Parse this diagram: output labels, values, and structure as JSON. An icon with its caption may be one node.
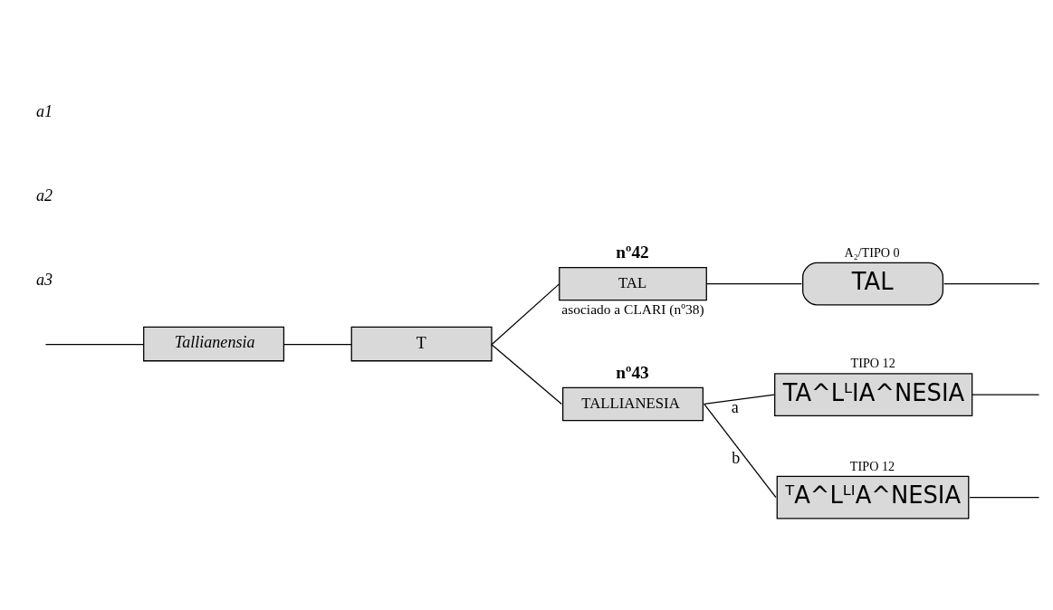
{
  "diagram": {
    "nodes": [
      {
        "text": [
          "Tallianensia"
        ]
      },
      {
        "text": [
          "T"
        ]
      },
      {
        "text": [
          "nº42",
          "TAL"
        ],
        "beside": [
          "asociado a CLARI (nº38)"
        ]
      },
      {
        "text": [
          "A₂/TIPO 0",
          "TAL"
        ]
      },
      {
        "text": [
          "nº43",
          "TALLIANESIA"
        ]
      },
      {
        "text": [
          "TIPO 12",
          "TA^LᴸIA^NESIA"
        ]
      },
      {
        "text": [
          "TIPO 12",
          "ᵀA^LᴸᴵA^NESIA"
        ]
      }
    ],
    "edges": [
      {
        "from": null,
        "to": 0,
        "arrow": "none"
      },
      {
        "from": 0,
        "to": 1,
        "arrow": "none"
      },
      {
        "from": 1,
        "to": 2,
        "arrow": "none"
      },
      {
        "from": 1,
        "to": 4,
        "arrow": "none"
      },
      {
        "from": 2,
        "to": 3,
        "arrow": "none"
      },
      {
        "from": 3,
        "to": null,
        "arrow": "none"
      },
      {
        "from": 4,
        "to": 5,
        "arrow": "none",
        "label": "a"
      },
      {
        "from": 4,
        "to": 6,
        "arrow": "none",
        "label": "b"
      },
      {
        "from": 5,
        "to": null,
        "arrow": "none"
      },
      {
        "from": 6,
        "to": null,
        "arrow": "none"
      }
    ],
    "labels": [
      "a1",
      "a2",
      "a3"
    ]
  }
}
